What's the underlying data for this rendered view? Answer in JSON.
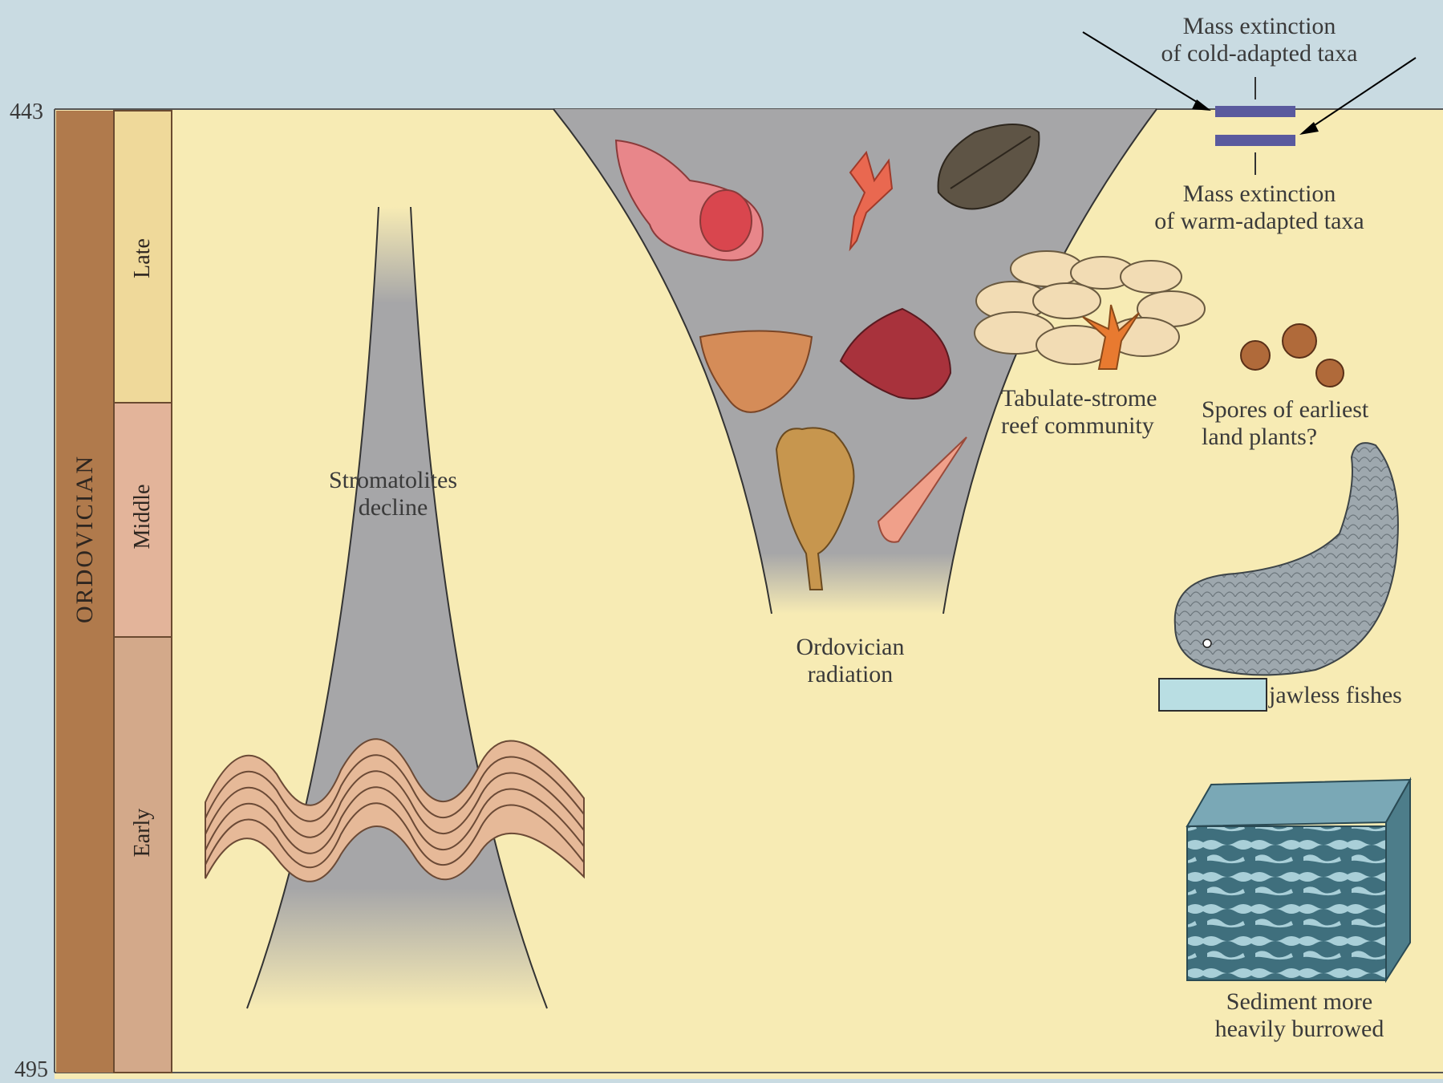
{
  "axis": {
    "top_age": "443",
    "bottom_age": "495"
  },
  "period": {
    "name": "ORDOVICIAN",
    "epochs": [
      "Late",
      "Middle",
      "Early"
    ]
  },
  "labels": {
    "stromatolites": "Stromatolites\ndecline",
    "radiation": "Ordovician\nradiation",
    "extinction_cold": "Mass extinction\nof cold-adapted taxa",
    "extinction_warm": "Mass extinction\nof warm-adapted taxa",
    "reef": "Tabulate-strome\nreef community",
    "spores": "Spores of earliest\nland plants?",
    "fishes": "jawless fishes",
    "sediment": "Sediment more\nheavily burrowed"
  },
  "colors": {
    "background_sky": "#c9dbe2",
    "panel": "#f7ebb4",
    "period_bar": "#b07a4c",
    "late": "#efd99a",
    "middle": "#e3b49a",
    "early": "#d3a98a",
    "wedge": "#a6a6a8",
    "extinction_bar": "#5a5a9e"
  }
}
